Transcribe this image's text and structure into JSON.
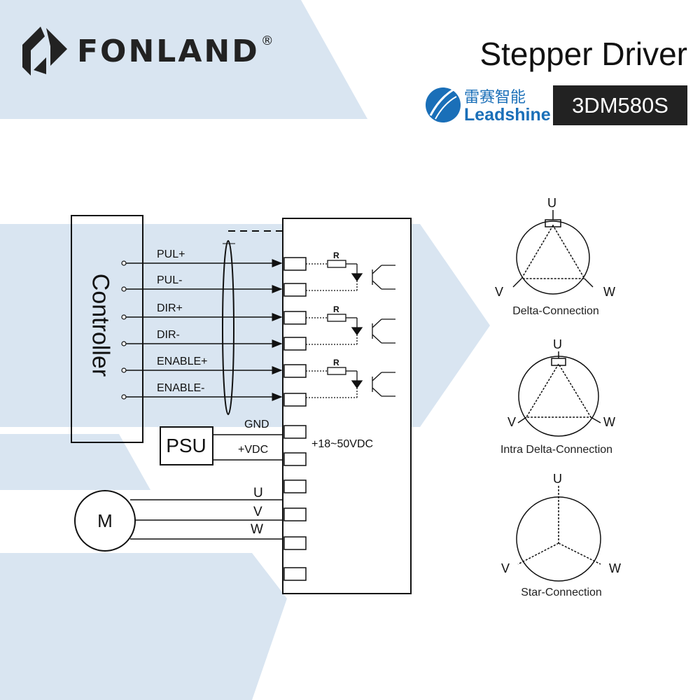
{
  "brand": {
    "name": "FONLAND",
    "registered": "®"
  },
  "product": {
    "title": "Stepper Driver",
    "manufacturer_cn": "雷赛智能",
    "manufacturer_en": "Leadshine",
    "model": "3DM580S"
  },
  "wiring": {
    "controller_label": "Controller",
    "signals": [
      "PUL+",
      "PUL-",
      "DIR+",
      "DIR-",
      "ENABLE+",
      "ENABLE-"
    ],
    "resistor_label": "R",
    "psu_label": "PSU",
    "psu_terminals": [
      "GND",
      "+VDC"
    ],
    "voltage_range": "+18~50VDC",
    "motor_label": "M",
    "motor_phases": [
      "U",
      "V",
      "W"
    ]
  },
  "connections": [
    {
      "caption": "Delta-Connection",
      "u": "U",
      "v": "V",
      "w": "W"
    },
    {
      "caption": "Intra Delta-Connection",
      "u": "U",
      "v": "V",
      "w": "W"
    },
    {
      "caption": "Star-Connection",
      "u": "U",
      "v": "V",
      "w": "W"
    }
  ],
  "colors": {
    "accent_bg": "#d9e5f1",
    "brand_blue": "#1a6fb8",
    "model_bg": "#222222"
  }
}
